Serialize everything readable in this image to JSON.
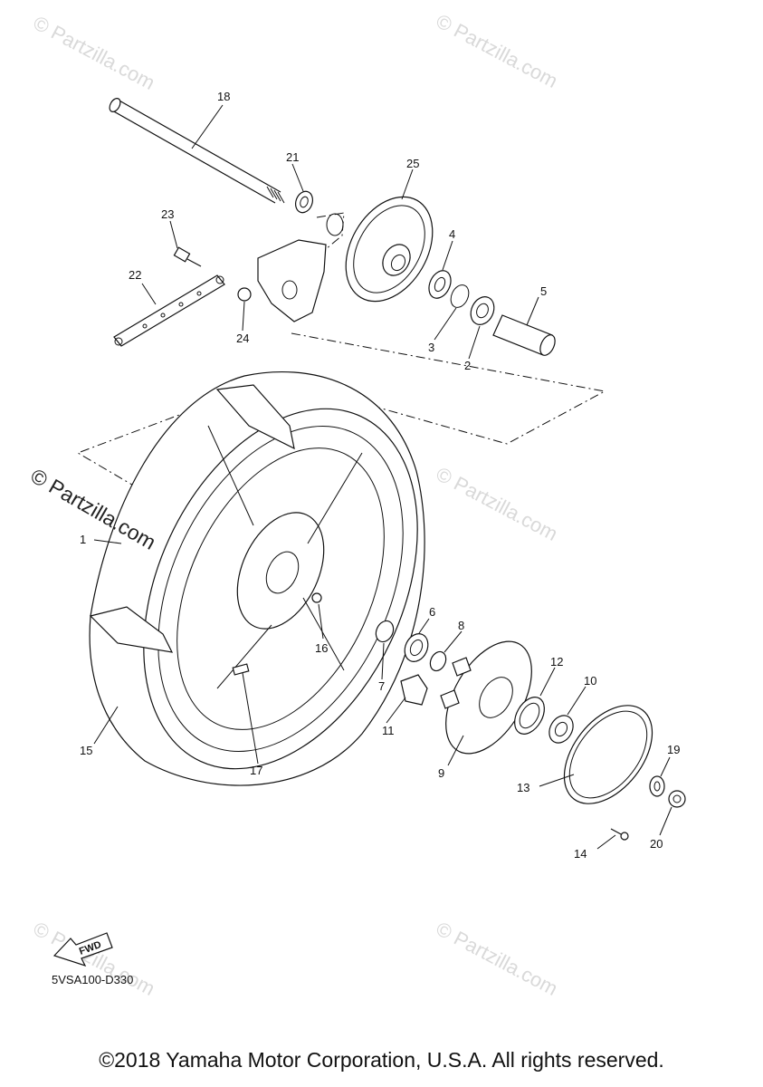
{
  "watermarks": {
    "faint": "© Partzilla.com",
    "main": "© Partzilla.com"
  },
  "callouts": [
    "1",
    "2",
    "3",
    "4",
    "5",
    "6",
    "7",
    "8",
    "9",
    "10",
    "11",
    "12",
    "13",
    "14",
    "15",
    "16",
    "17",
    "18",
    "19",
    "20",
    "21",
    "22",
    "23",
    "24",
    "25"
  ],
  "fwd_arrow": {
    "label": "FWD"
  },
  "diagram_code": "5VSA100-D330",
  "copyright": "©2018 Yamaha Motor Corporation, U.S.A. All rights reserved."
}
